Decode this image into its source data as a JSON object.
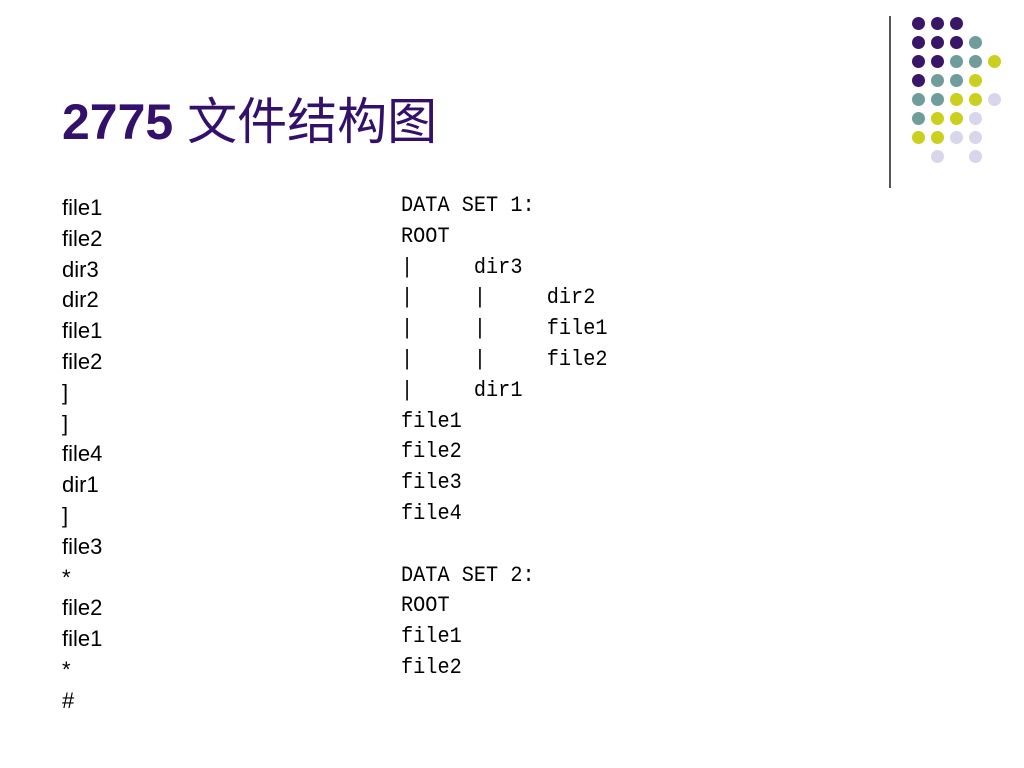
{
  "title": {
    "number": "2775",
    "text": "文件结构图"
  },
  "decoration": {
    "name": "dot-grid-decoration",
    "colors": {
      "purple": "#3a1669",
      "teal": "#6f9d9c",
      "yellow": "#cbcf1d",
      "lavender": "#d7d6ea"
    }
  },
  "left_lines": [
    "file1",
    "file2",
    "dir3",
    "dir2",
    "file1",
    "file2",
    "]",
    "]",
    "file4",
    "dir1",
    "]",
    "file3",
    "*",
    "file2",
    "file1",
    "*",
    "#"
  ],
  "right_lines": [
    "DATA SET 1:",
    "ROOT",
    "|     dir3",
    "|     |     dir2",
    "|     |     file1",
    "|     |     file2",
    "|     dir1",
    "file1",
    "file2",
    "file3",
    "file4",
    "",
    "DATA SET 2:",
    "ROOT",
    "file1",
    "file2"
  ]
}
